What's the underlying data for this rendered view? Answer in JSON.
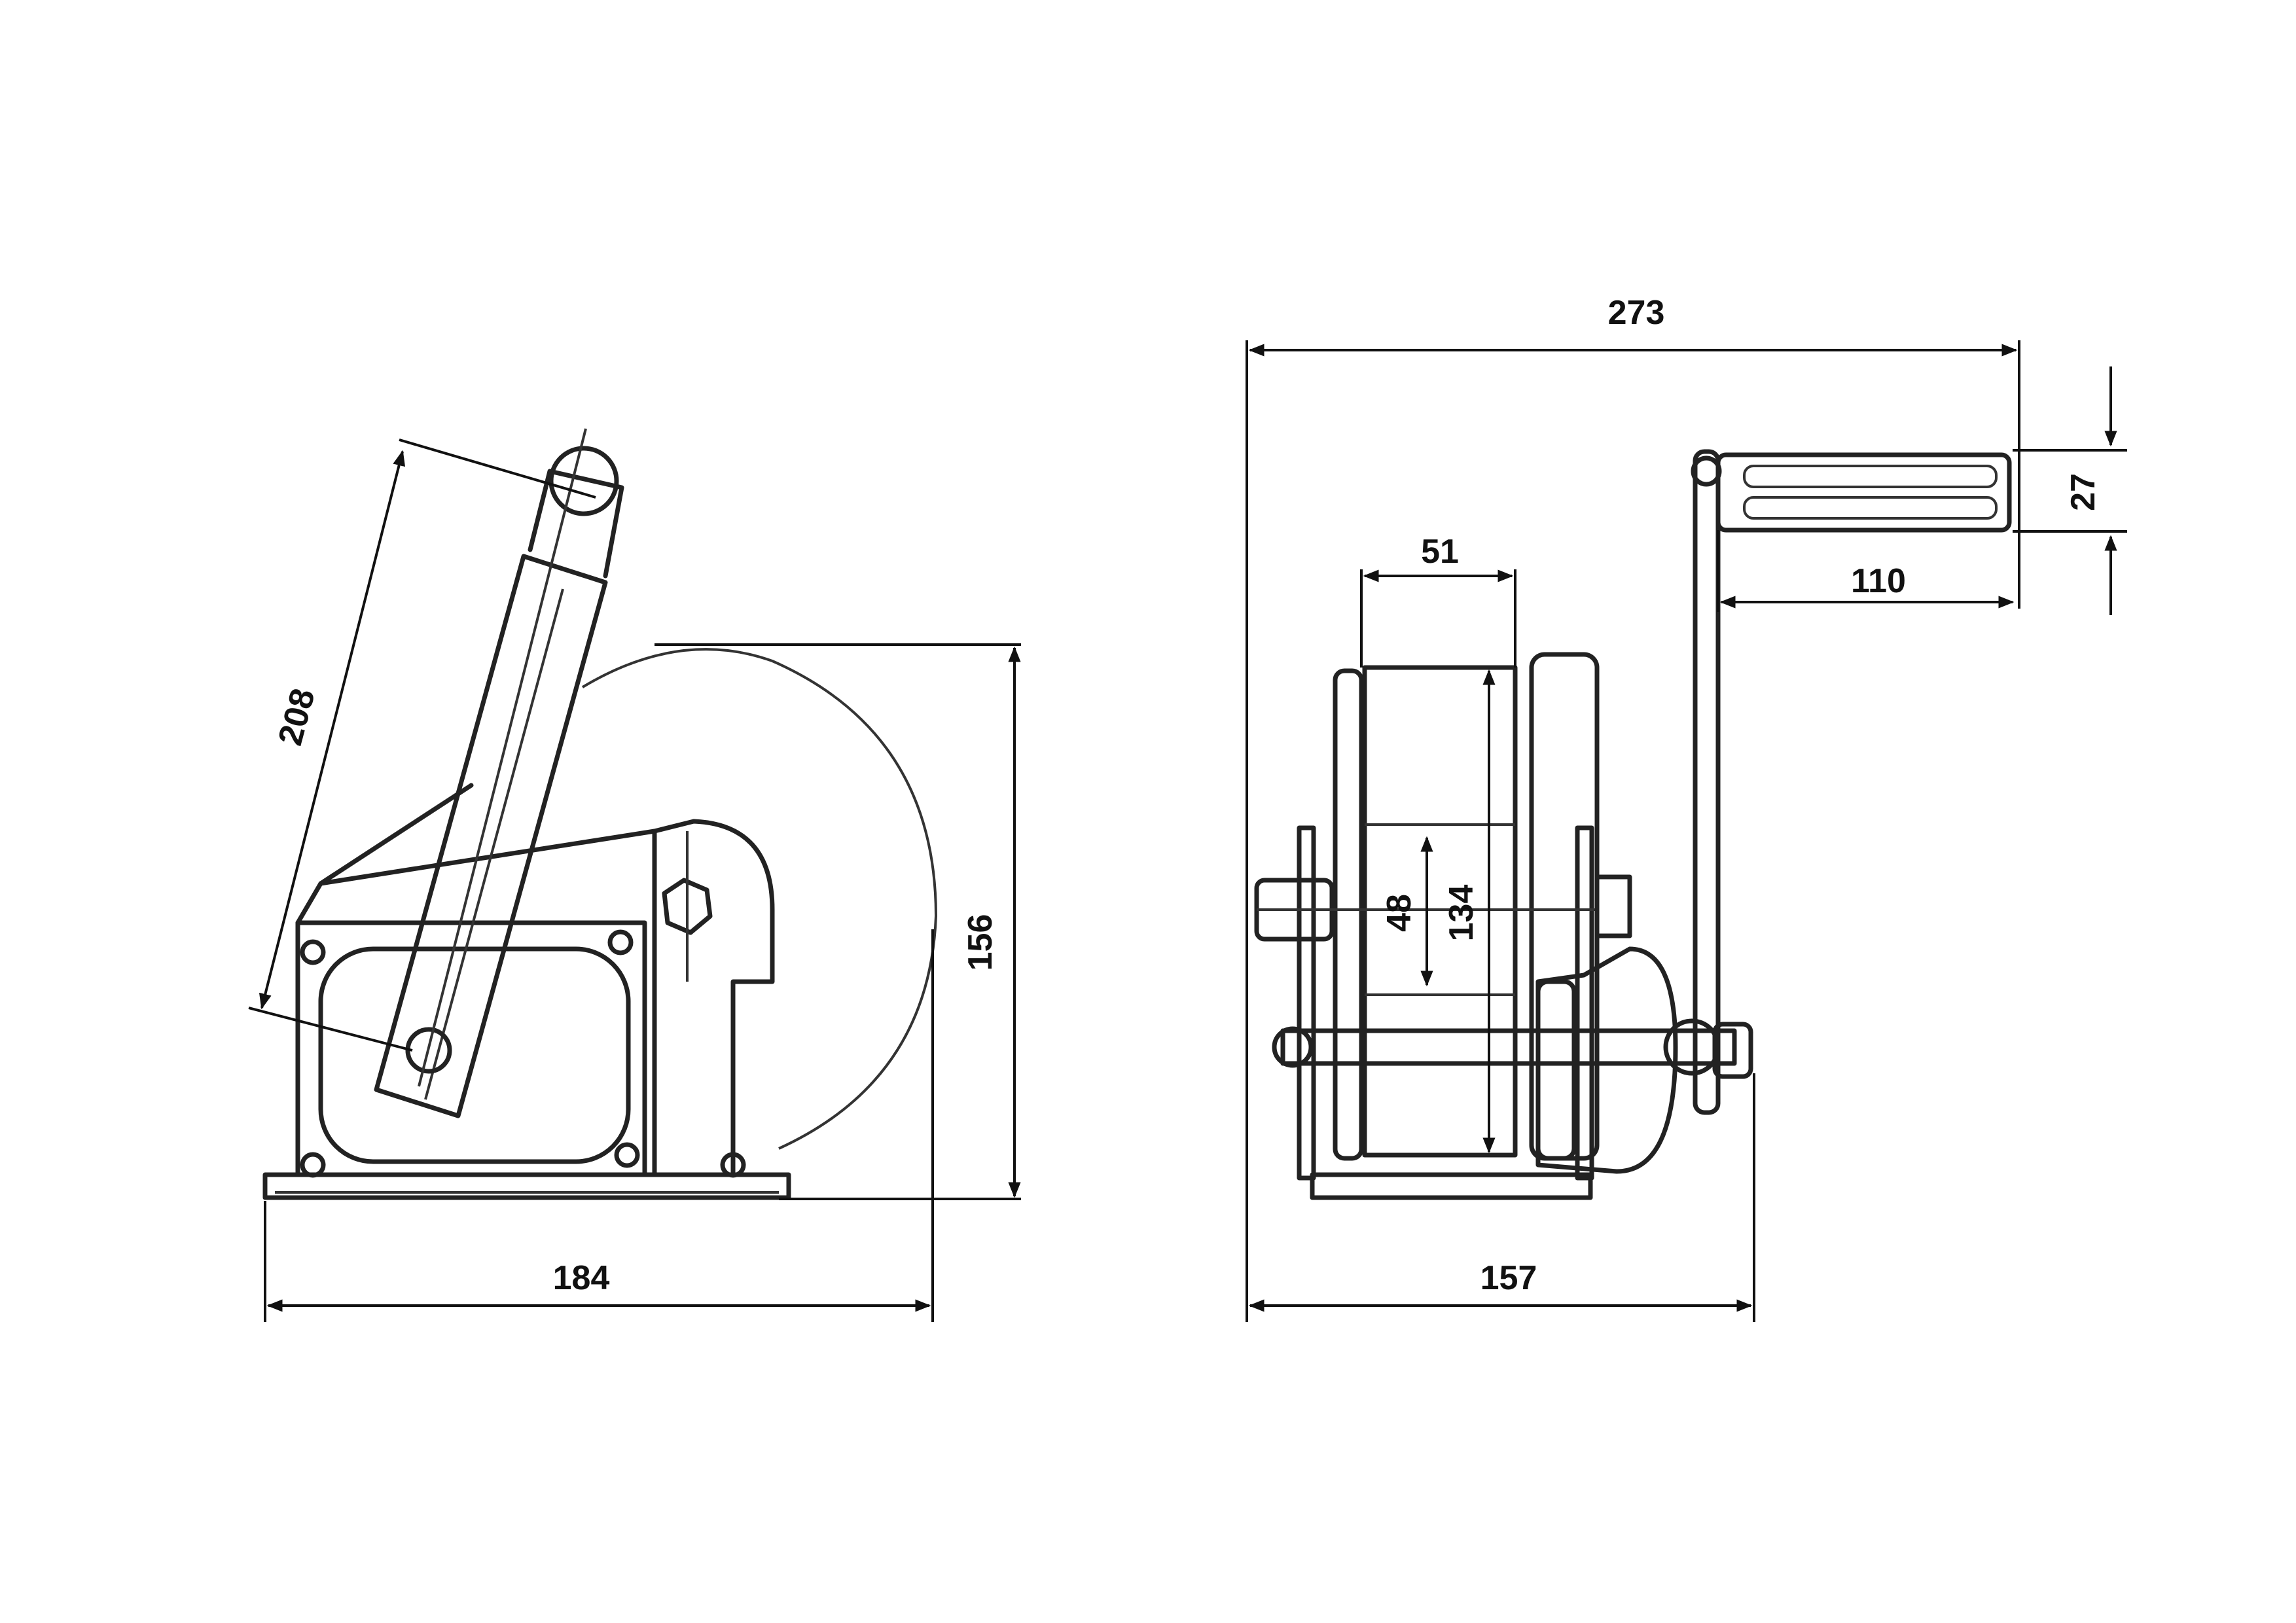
{
  "side_view": {
    "handle_length": "208",
    "height": "156",
    "width": "184"
  },
  "front_view": {
    "overall_width": "273",
    "drum_width": "51",
    "handle_grip_width": "27",
    "handle_grip_length": "110",
    "drum_core": "48",
    "flange_diameter": "134",
    "body_width": "157"
  }
}
